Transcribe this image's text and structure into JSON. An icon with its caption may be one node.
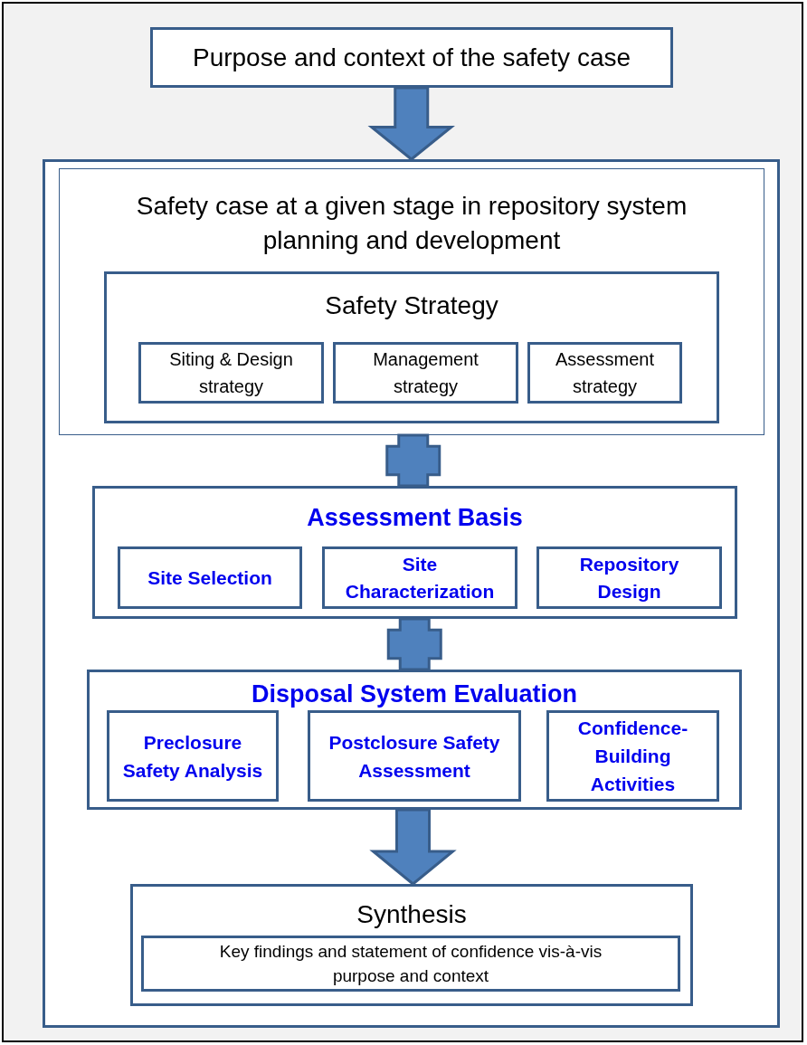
{
  "diagram": {
    "nodes": [
      {
        "text": [
          "Purpose and context of the safety case"
        ]
      },
      {
        "text": [],
        "shape": "box"
      },
      {
        "text": [
          "Safety case at a given stage in repository system planning and development"
        ],
        "in": 1
      },
      {
        "text": [
          "Safety Strategy"
        ],
        "in": 2
      },
      {
        "text": [
          "Siting & Design strategy"
        ],
        "in": 3
      },
      {
        "text": [
          "Management strategy"
        ],
        "in": 3
      },
      {
        "text": [
          "Assessment strategy"
        ],
        "in": 3
      },
      {
        "text": [
          "Assessment Basis"
        ],
        "in": 1
      },
      {
        "text": [
          "Site Selection"
        ],
        "in": 7
      },
      {
        "text": [
          "Site Characterization"
        ],
        "in": 7
      },
      {
        "text": [
          "Repository Design"
        ],
        "in": 7
      },
      {
        "text": [
          "Disposal System Evaluation"
        ],
        "in": 1
      },
      {
        "text": [
          "Preclosure Safety Analysis"
        ],
        "in": 11
      },
      {
        "text": [
          "Postclosure Safety Assessment"
        ],
        "in": 11
      },
      {
        "text": [
          "Confidence-Building Activities"
        ],
        "in": 11
      },
      {
        "text": [
          "Synthesis"
        ],
        "in": 1
      },
      {
        "text": [
          "Key findings and statement of confidence vis-à-vis purpose and context"
        ],
        "in": 15
      }
    ],
    "edges": [
      {
        "from": 0,
        "to": 1,
        "arrow": "to",
        "style": "thick"
      },
      {
        "from": 2,
        "to": 7,
        "arrow": "none",
        "style": "thick"
      },
      {
        "from": 7,
        "to": 11,
        "arrow": "none",
        "style": "thick"
      },
      {
        "from": 11,
        "to": 15,
        "arrow": "to",
        "style": "thick"
      }
    ]
  }
}
